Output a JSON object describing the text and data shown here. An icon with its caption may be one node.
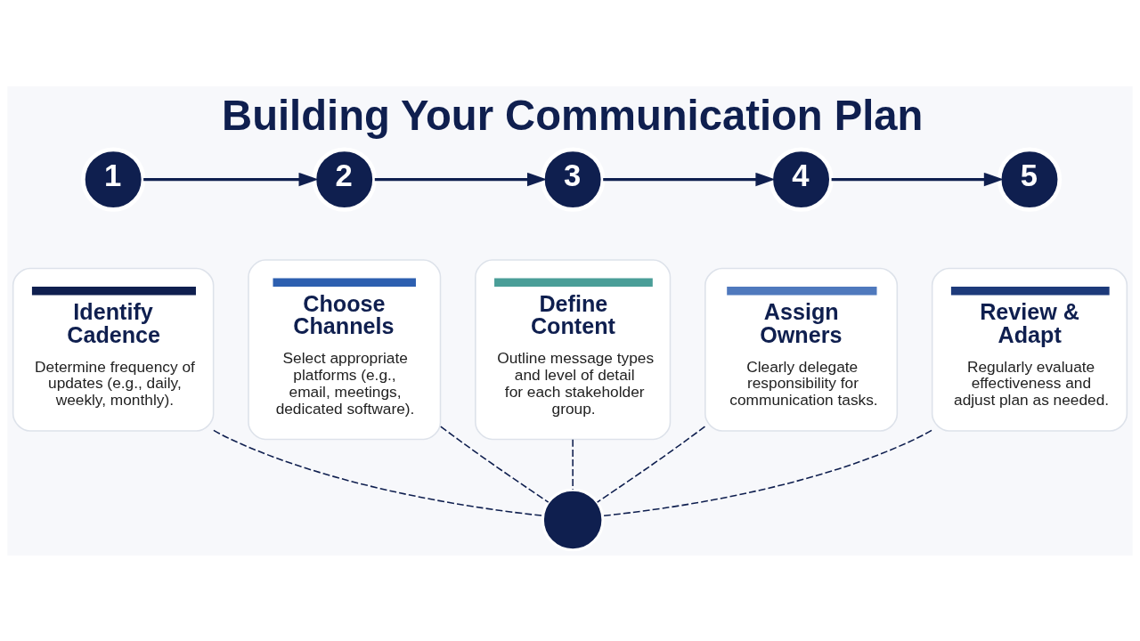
{
  "diagram": {
    "title": "Building Your Communication Plan",
    "nodes": [
      {
        "text": [
          "1"
        ]
      },
      {
        "text": [
          "2"
        ]
      },
      {
        "text": [
          "3"
        ]
      },
      {
        "text": [
          "4"
        ]
      },
      {
        "text": [
          "5"
        ]
      },
      {
        "text": [
          "Identify Cadence",
          "Determine frequency of updates (e.g., daily, weekly, monthly)."
        ]
      },
      {
        "text": [
          "Choose Channels",
          "Select appropriate platforms (e.g., email, meetings, dedicated software)."
        ]
      },
      {
        "text": [
          "Define Content",
          "Outline message types and level of detail for each stakeholder group."
        ]
      },
      {
        "text": [
          "Assign Owners",
          "Clearly delegate responsibility for communication tasks."
        ]
      },
      {
        "text": [
          "Review & Adapt",
          "Regularly evaluate effectiveness and adjust plan as needed."
        ]
      },
      {
        "text": [],
        "shape": "circle"
      }
    ],
    "edges": [
      {
        "from": 0,
        "to": 1,
        "arrow": "to"
      },
      {
        "from": 1,
        "to": 2,
        "arrow": "to"
      },
      {
        "from": 2,
        "to": 3,
        "arrow": "to"
      },
      {
        "from": 3,
        "to": 4,
        "arrow": "to"
      },
      {
        "from": 5,
        "to": 10,
        "arrow": "none",
        "style": "dashed"
      },
      {
        "from": 6,
        "to": 10,
        "arrow": "none",
        "style": "dashed"
      },
      {
        "from": 7,
        "to": 10,
        "arrow": "none",
        "style": "dashed"
      },
      {
        "from": 8,
        "to": 10,
        "arrow": "none",
        "style": "dashed"
      },
      {
        "from": 9,
        "to": 10,
        "arrow": "none",
        "style": "dashed"
      }
    ]
  }
}
